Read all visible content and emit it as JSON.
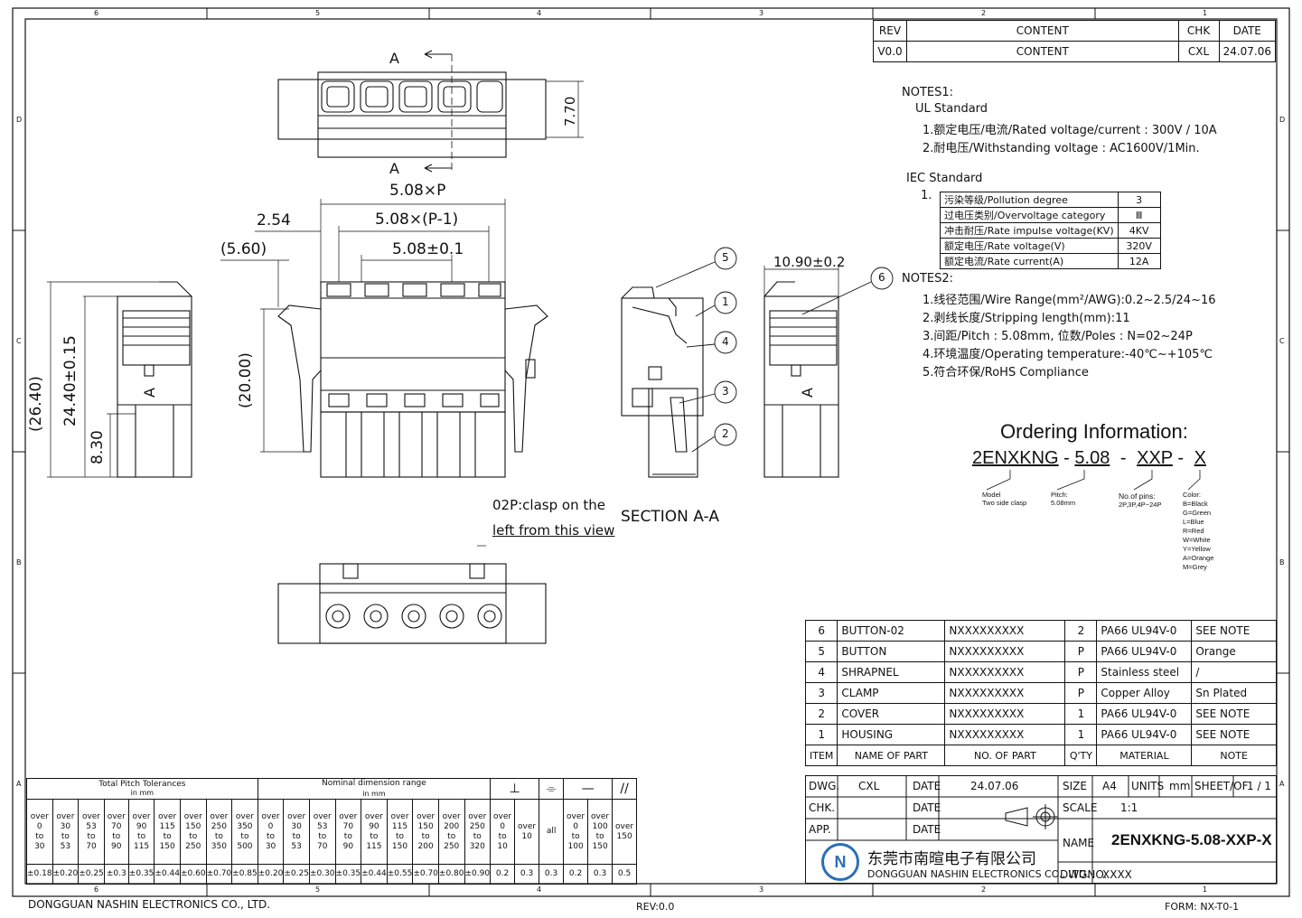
{
  "frame": {
    "top_zones": [
      "6",
      "5",
      "4",
      "3",
      "2",
      "1"
    ],
    "side_zones": [
      "D",
      "C",
      "B",
      "A"
    ]
  },
  "revision_table": {
    "headers": [
      "REV",
      "CONTENT",
      "CHK",
      "DATE"
    ],
    "rows": [
      [
        "V0.0",
        "CONTENT",
        "CXL",
        "24.07.06"
      ]
    ]
  },
  "notes1": {
    "title": "NOTES1:",
    "ul_title": "UL Standard",
    "ul_lines": [
      "1.额定电压/电流/Rated voltage/current : 300V / 10A",
      "2.耐电压/Withstanding voltage : AC1600V/1Min."
    ],
    "iec_title": "IEC Standard",
    "iec_index": "1.",
    "iec_rows": [
      [
        "污染等级/Pollution degree",
        "3"
      ],
      [
        "过电压类别/Overvoltage category",
        "Ⅲ"
      ],
      [
        "冲击耐压/Rate impulse voltage(KV)",
        "4KV"
      ],
      [
        "额定电压/Rate voltage(V)",
        "320V"
      ],
      [
        "额定电流/Rate current(A)",
        "12A"
      ]
    ]
  },
  "notes2": {
    "title": "NOTES2:",
    "lines": [
      "1.线径范围/Wire Range(mm²/AWG):0.2~2.5/24~16",
      "2.剥线长度/Stripping length(mm):11",
      "3.间距/Pitch : 5.08mm, 位数/Poles : N=02~24P",
      "4.环境温度/Operating temperature:-40℃~+105℃",
      "5.符合环保/RoHS Compliance"
    ]
  },
  "ordering": {
    "title": "Ordering Information:",
    "code_parts": [
      "2ENXKNG",
      "-",
      "5.08",
      "-",
      "XXP",
      "-",
      "X"
    ],
    "legend": [
      {
        "head": "Model",
        "lines": [
          "Two side clasp"
        ]
      },
      {
        "head": "Pitch:",
        "lines": [
          "5.08mm"
        ]
      },
      {
        "head": "No.of pins:",
        "lines": [
          "2P,3P,4P~24P"
        ]
      },
      {
        "head": "Color:",
        "lines": [
          "B=Black",
          "G=Green",
          "L=Blue",
          "R=Red",
          "W=White",
          "Y=Yellow",
          "A=Orange",
          "M=Grey"
        ]
      }
    ]
  },
  "drawing_labels": {
    "section_mark": "A",
    "section_title": "SECTION A-A",
    "clasp_note": [
      "02P:clasp on the",
      "left from this view"
    ],
    "dims": {
      "top_height": "7.70",
      "pitch_total": "5.08×P",
      "pitch_inner": "5.08×(P-1)",
      "pitch": "5.08±0.1",
      "offset": "2.54",
      "left_offset": "(5.60)",
      "height_ref": "(20.00)",
      "side_total": "(26.40)",
      "side_h": "24.40±0.15",
      "side_low": "8.30",
      "right_width": "10.90±0.2"
    },
    "balloons": [
      "5",
      "1",
      "4",
      "3",
      "2",
      "6"
    ],
    "view_letter": "A"
  },
  "bom": {
    "rows": [
      [
        "6",
        "BUTTON-02",
        "NXXXXXXXXX",
        "2",
        "PA66 UL94V-0",
        "SEE NOTE"
      ],
      [
        "5",
        "BUTTON",
        "NXXXXXXXXX",
        "P",
        "PA66 UL94V-0",
        "Orange"
      ],
      [
        "4",
        "SHRAPNEL",
        "NXXXXXXXXX",
        "P",
        "Stainless steel",
        "/"
      ],
      [
        "3",
        "CLAMP",
        "NXXXXXXXXX",
        "P",
        "Copper Alloy",
        "Sn Plated"
      ],
      [
        "2",
        "COVER",
        "NXXXXXXXXX",
        "1",
        "PA66 UL94V-0",
        "SEE NOTE"
      ],
      [
        "1",
        "HOUSING",
        "NXXXXXXXXX",
        "1",
        "PA66 UL94V-0",
        "SEE NOTE"
      ]
    ],
    "header": [
      "ITEM",
      "NAME OF PART",
      "NO. OF PART",
      "Q'TY",
      "MATERIAL",
      "NOTE"
    ]
  },
  "title_block": {
    "dwg_label": "DWG.",
    "dwg_value": "CXL",
    "date_label": "DATE",
    "date_value": "24.07.06",
    "chk_label": "CHK.",
    "app_label": "APP.",
    "size_label": "SIZE",
    "size_value": "A4",
    "units_label": "UNITS",
    "units_value": "mm",
    "sheet_label": "SHEET/OF",
    "sheet_value": "1 / 1",
    "scale_label": "SCALE",
    "scale_value": "1:1",
    "name_label": "NAME",
    "name_value": "2ENXKNG-5.08-XXP-X",
    "dwgno_label": "DWGNO.",
    "dwgno_value": "XXXX",
    "company_cn": "东莞市南暄电子有限公司",
    "company_en": "DONGGUAN NASHIN ELECTRONICS CO., LTD.",
    "logo_letters": "N"
  },
  "tolerances": {
    "pitch_title": "Total Pitch Tolerances",
    "pitch_unit": "in mm",
    "nominal_title": "Nominal dimension range",
    "nominal_unit": "in mm",
    "pitch_cols": [
      [
        "over",
        "0",
        "to",
        "30"
      ],
      [
        "over",
        "30",
        "to",
        "53"
      ],
      [
        "over",
        "53",
        "to",
        "70"
      ],
      [
        "over",
        "70",
        "to",
        "90"
      ],
      [
        "over",
        "90",
        "to",
        "115"
      ],
      [
        "over",
        "115",
        "to",
        "150"
      ],
      [
        "over",
        "150",
        "to",
        "250"
      ],
      [
        "over",
        "250",
        "to",
        "350"
      ],
      [
        "over",
        "350",
        "to",
        "500"
      ]
    ],
    "pitch_vals": [
      "±0.18",
      "±0.20",
      "±0.25",
      "±0.3",
      "±0.35",
      "±0.44",
      "±0.60",
      "±0.70",
      "±0.85"
    ],
    "nom_cols": [
      [
        "over",
        "0",
        "to",
        "30"
      ],
      [
        "over",
        "30",
        "to",
        "53"
      ],
      [
        "over",
        "53",
        "to",
        "70"
      ],
      [
        "over",
        "70",
        "to",
        "90"
      ],
      [
        "over",
        "90",
        "to",
        "115"
      ],
      [
        "over",
        "115",
        "to",
        "150"
      ],
      [
        "over",
        "150",
        "to",
        "200"
      ],
      [
        "over",
        "200",
        "to",
        "250"
      ],
      [
        "over",
        "250",
        "to",
        "320"
      ]
    ],
    "nom_vals": [
      "±0.20",
      "±0.25",
      "±0.30",
      "±0.35",
      "±0.44",
      "±0.55",
      "±0.70",
      "±0.80",
      "±0.90"
    ],
    "geo_syms": [
      "⊥",
      "⌯",
      "—",
      "//"
    ],
    "geo_cols": [
      [
        "over",
        "0",
        "to",
        "10"
      ],
      [
        "over",
        "10"
      ],
      [
        "all"
      ],
      [
        "over",
        "0",
        "to",
        "100"
      ],
      [
        "over",
        "100",
        "to",
        "150"
      ],
      [
        "over",
        "150"
      ]
    ],
    "geo_vals": [
      "0.2",
      "0.3",
      "0.3",
      "0.2",
      "0.3",
      "0.5"
    ]
  },
  "footer": {
    "company": "DONGGUAN NASHIN ELECTRONICS CO., LTD.",
    "rev": "REV:0.0",
    "form": "FORM: NX-T0-1"
  }
}
